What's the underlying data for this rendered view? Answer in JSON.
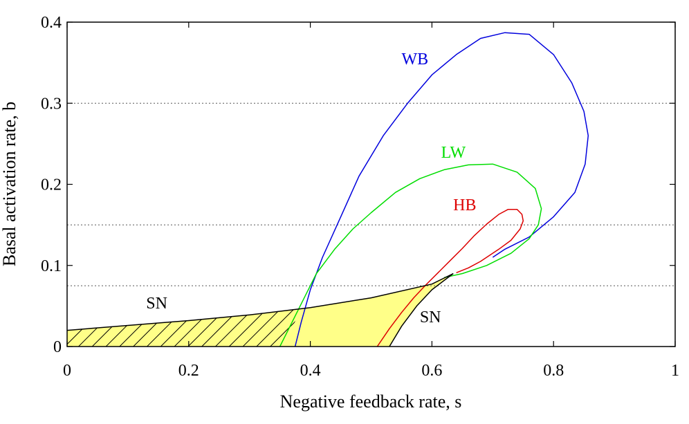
{
  "chart_data": {
    "type": "line",
    "title": "",
    "xlabel": "Negative feedback rate, s",
    "ylabel": "Basal activation rate, b",
    "xlim": [
      0,
      1
    ],
    "ylim": [
      0,
      0.4
    ],
    "xticks": [
      0,
      0.2,
      0.4,
      0.6,
      0.8,
      1
    ],
    "xtick_labels": [
      "0",
      "0.2",
      "0.4",
      "0.6",
      "0.8",
      "1"
    ],
    "yticks": [
      0,
      0.1,
      0.2,
      0.3,
      0.4
    ],
    "ytick_labels": [
      "0",
      "0.1",
      "0.2",
      "0.3",
      "0.4"
    ],
    "grid": "dotted horizontal reference lines",
    "reference_lines_y": [
      0.075,
      0.15,
      0.3
    ],
    "series": [
      {
        "name": "WB",
        "color": "#0000dd",
        "label_at": [
          0.55,
          0.348
        ],
        "x": [
          0.375,
          0.385,
          0.4,
          0.42,
          0.45,
          0.48,
          0.52,
          0.56,
          0.6,
          0.64,
          0.68,
          0.72,
          0.76,
          0.8,
          0.83,
          0.85,
          0.857,
          0.852,
          0.835,
          0.8,
          0.76,
          0.72,
          0.7
        ],
        "y": [
          0.0,
          0.03,
          0.07,
          0.11,
          0.16,
          0.21,
          0.26,
          0.3,
          0.335,
          0.36,
          0.38,
          0.387,
          0.385,
          0.36,
          0.325,
          0.29,
          0.26,
          0.225,
          0.19,
          0.16,
          0.135,
          0.12,
          0.11
        ]
      },
      {
        "name": "LW",
        "color": "#00dd00",
        "label_at": [
          0.615,
          0.233
        ],
        "x": [
          0.35,
          0.37,
          0.39,
          0.41,
          0.44,
          0.47,
          0.5,
          0.54,
          0.58,
          0.62,
          0.66,
          0.7,
          0.74,
          0.77,
          0.78,
          0.775,
          0.76,
          0.73,
          0.69,
          0.65,
          0.62
        ],
        "y": [
          0.0,
          0.03,
          0.06,
          0.09,
          0.12,
          0.145,
          0.165,
          0.19,
          0.207,
          0.218,
          0.224,
          0.225,
          0.215,
          0.195,
          0.17,
          0.15,
          0.133,
          0.115,
          0.1,
          0.09,
          0.085
        ]
      },
      {
        "name": "HB",
        "color": "#dd0000",
        "label_at": [
          0.635,
          0.168
        ],
        "x": [
          0.51,
          0.53,
          0.55,
          0.57,
          0.59,
          0.61,
          0.63,
          0.65,
          0.67,
          0.69,
          0.71,
          0.725,
          0.74,
          0.748,
          0.75,
          0.745,
          0.73,
          0.71,
          0.68,
          0.66,
          0.64
        ],
        "y": [
          0.0,
          0.022,
          0.042,
          0.06,
          0.076,
          0.091,
          0.106,
          0.121,
          0.137,
          0.151,
          0.163,
          0.169,
          0.169,
          0.163,
          0.155,
          0.145,
          0.131,
          0.12,
          0.105,
          0.097,
          0.091
        ]
      },
      {
        "name": "SN",
        "color": "#000000",
        "label_at": [
          0.13,
          0.047
        ],
        "x": [
          0.0,
          0.1,
          0.2,
          0.3,
          0.4,
          0.5,
          0.6,
          0.635
        ],
        "y": [
          0.02,
          0.026,
          0.032,
          0.039,
          0.048,
          0.06,
          0.077,
          0.09
        ]
      },
      {
        "name": "SN",
        "color": "#000000",
        "label_at": [
          0.58,
          0.03
        ],
        "x": [
          0.53,
          0.55,
          0.575,
          0.6,
          0.635
        ],
        "y": [
          0.0,
          0.025,
          0.05,
          0.07,
          0.09
        ]
      }
    ],
    "shaded_regions": [
      {
        "fill": "#ffff88",
        "pattern": "hatched",
        "x": [
          0.0,
          0.1,
          0.2,
          0.3,
          0.385,
          0.355,
          0.0
        ],
        "y": [
          0.02,
          0.026,
          0.032,
          0.039,
          0.046,
          0.0,
          0.0
        ]
      },
      {
        "fill": "#ffff88",
        "pattern": "none",
        "x": [
          0.355,
          0.385,
          0.5,
          0.6,
          0.635,
          0.6,
          0.575,
          0.55,
          0.53,
          0.355
        ],
        "y": [
          0.0,
          0.046,
          0.06,
          0.077,
          0.09,
          0.07,
          0.05,
          0.025,
          0.0,
          0.0
        ]
      }
    ]
  }
}
